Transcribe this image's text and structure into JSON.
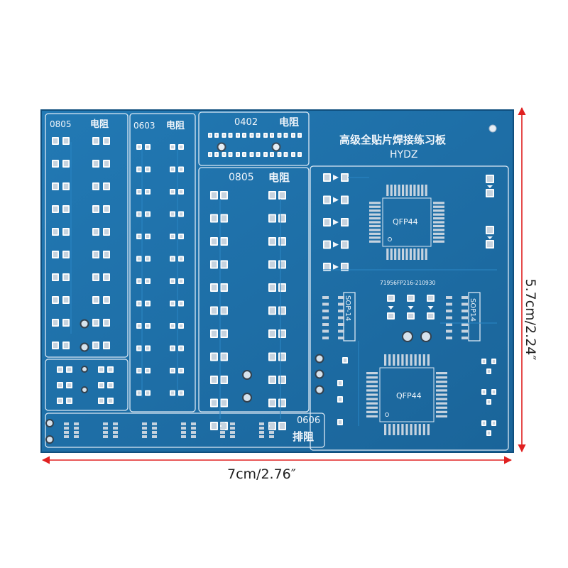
{
  "board": {
    "title": "高级全贴片焊接练习板",
    "brand": "HYDZ",
    "part_number": "71956FP216-210930",
    "colors": {
      "substrate": "#1d6da6",
      "silkscreen": "#f1f6fb",
      "pad": "#c6d3df",
      "background": "#ffffff",
      "dimension_arrow": "#e02020"
    }
  },
  "sections": {
    "left_0805": {
      "code": "0805",
      "name": "电阻"
    },
    "mid_0603": {
      "code": "0603",
      "name": "电阻"
    },
    "top_0402": {
      "code": "0402",
      "name": "电阻"
    },
    "center_0805": {
      "code": "0805",
      "name": "电阻"
    },
    "network_0606": {
      "code": "0606",
      "name": "排阻"
    },
    "qfp_top": {
      "label": "QFP44"
    },
    "qfp_bottom": {
      "label": "QFP44"
    },
    "sop_left": {
      "label": "SOP-14"
    },
    "sop_right": {
      "label": "SOP14"
    }
  },
  "dimensions": {
    "width": "7cm/2.76″",
    "height": "5.7cm/2.24″"
  }
}
